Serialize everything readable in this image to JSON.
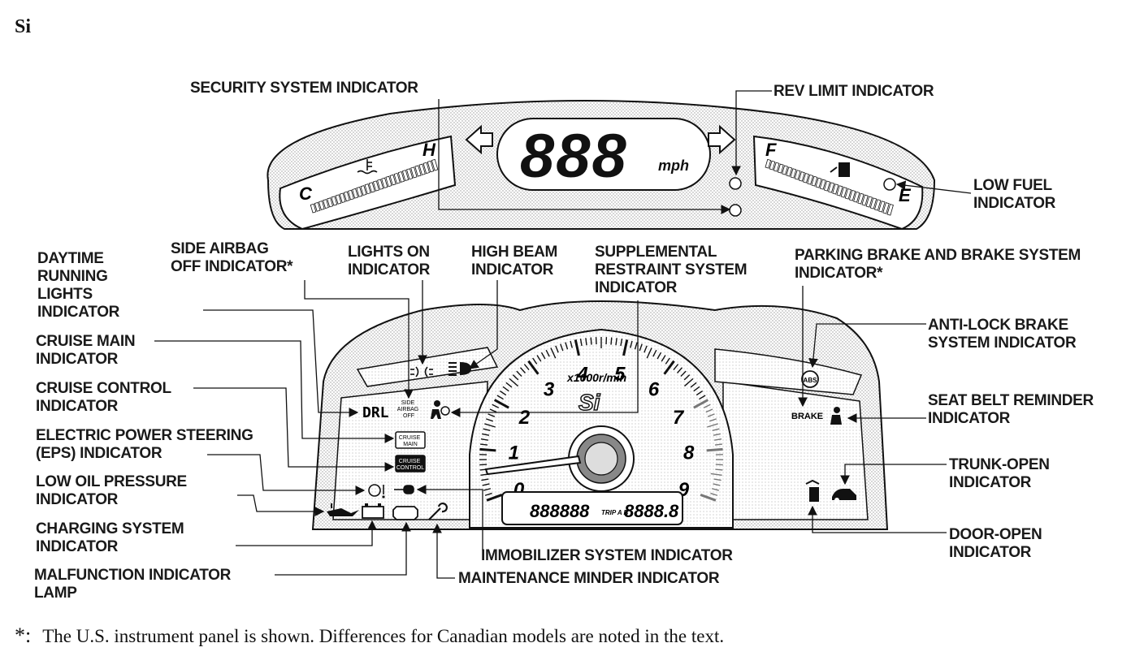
{
  "title": "Si",
  "footnote": {
    "mark": "*:",
    "text": "The U.S. instrument panel is shown. Differences for Canadian models are noted in the text."
  },
  "upper_panel": {
    "speed_digits": "888",
    "speed_unit": "mph",
    "temp_hot": "H",
    "temp_cold": "C",
    "fuel_full": "F",
    "fuel_empty": "E"
  },
  "lower_panel": {
    "tach_numbers": [
      "0",
      "1",
      "2",
      "3",
      "4",
      "5",
      "6",
      "7",
      "8",
      "9"
    ],
    "tach_unit": "x1000r/min",
    "badge": "Si",
    "odometer": "888888",
    "trip_label": "TRIP A B",
    "trip_value": "8888.8",
    "drl_text": "DRL",
    "side_airbag_text": [
      "SIDE",
      "AIRBAG",
      "OFF"
    ],
    "cruise_main_text": [
      "CRUISE",
      "MAIN"
    ],
    "cruise_control_text": [
      "CRUISE",
      "CONTROL"
    ],
    "brake_text": "BRAKE"
  },
  "labels": {
    "security": [
      "SECURITY SYSTEM INDICATOR"
    ],
    "rev_limit": [
      "REV LIMIT INDICATOR"
    ],
    "low_fuel": [
      "LOW FUEL",
      "INDICATOR"
    ],
    "side_airbag_off": [
      "SIDE AIRBAG",
      "OFF INDICATOR*"
    ],
    "lights_on": [
      "LIGHTS ON",
      "INDICATOR"
    ],
    "high_beam": [
      "HIGH BEAM",
      "INDICATOR"
    ],
    "srs": [
      "SUPPLEMENTAL",
      "RESTRAINT SYSTEM",
      "INDICATOR"
    ],
    "parking_brake": [
      "PARKING BRAKE AND BRAKE SYSTEM",
      "INDICATOR*"
    ],
    "drl": [
      "DAYTIME",
      "RUNNING",
      "LIGHTS",
      "INDICATOR"
    ],
    "abs": [
      "ANTI-LOCK BRAKE",
      "SYSTEM INDICATOR"
    ],
    "cruise_main": [
      "CRUISE MAIN",
      "INDICATOR"
    ],
    "seat_belt": [
      "SEAT BELT REMINDER",
      "INDICATOR"
    ],
    "cruise_control": [
      "CRUISE CONTROL",
      "INDICATOR"
    ],
    "eps": [
      "ELECTRIC POWER STEERING",
      "(EPS) INDICATOR"
    ],
    "trunk_open": [
      "TRUNK-OPEN",
      "INDICATOR"
    ],
    "low_oil": [
      "LOW OIL PRESSURE",
      "INDICATOR"
    ],
    "charging": [
      "CHARGING SYSTEM",
      "INDICATOR"
    ],
    "door_open": [
      "DOOR-OPEN",
      "INDICATOR"
    ],
    "immobilizer": [
      "IMMOBILIZER SYSTEM INDICATOR"
    ],
    "mil": [
      "MALFUNCTION INDICATOR",
      "LAMP"
    ],
    "maintenance": [
      "MAINTENANCE MINDER INDICATOR"
    ]
  }
}
